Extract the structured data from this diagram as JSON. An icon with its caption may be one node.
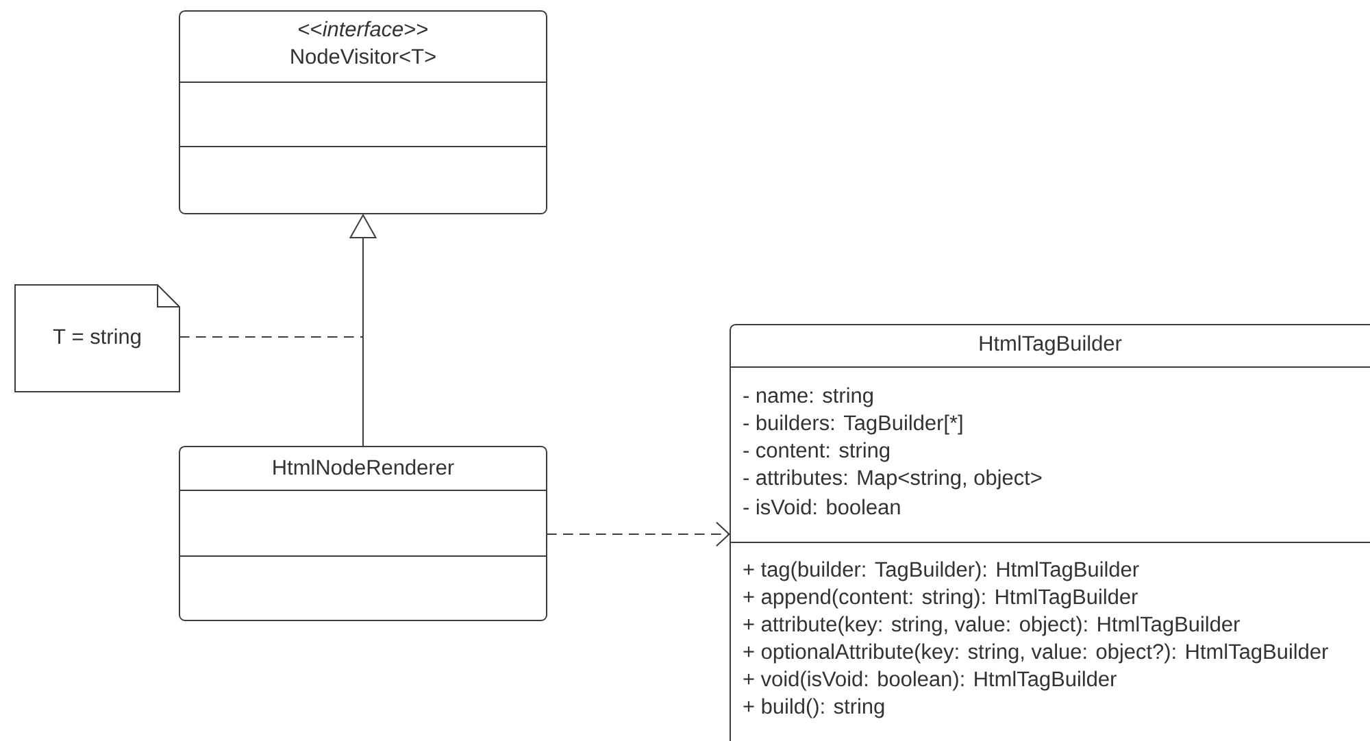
{
  "diagram": {
    "nodes": [
      {
        "text": [
          "<<*interface*>>",
          "NodeVisitor<T>"
        ]
      },
      {
        "text": [
          "T = string"
        ]
      },
      {
        "text": [
          "HtmlNodeRenderer"
        ]
      },
      {
        "text": [
          "HtmlTagBuilder",
          "- name: string",
          "- builders: TagBuilder[*]",
          "- content: string",
          "- attributes: Map<string, object>",
          "- isVoid: boolean",
          "+ tag(builder: TagBuilder): HtmlTagBuilder",
          "+ append(content: string): HtmlTagBuilder",
          "+ attribute(key: string, value: object): HtmlTagBuilder",
          "+ optionalAttribute(key: string, value: object?): HtmlTagBuilder",
          "+ void(isVoid: boolean): HtmlTagBuilder",
          "+ build(): string"
        ]
      }
    ],
    "edges": [
      {
        "from": 2,
        "to": 0,
        "arrow": "to"
      },
      {
        "from": 1,
        "to": null,
        "arrow": "none",
        "style": "dashed"
      },
      {
        "from": 2,
        "to": 3,
        "arrow": "to",
        "style": "dashed"
      }
    ]
  }
}
